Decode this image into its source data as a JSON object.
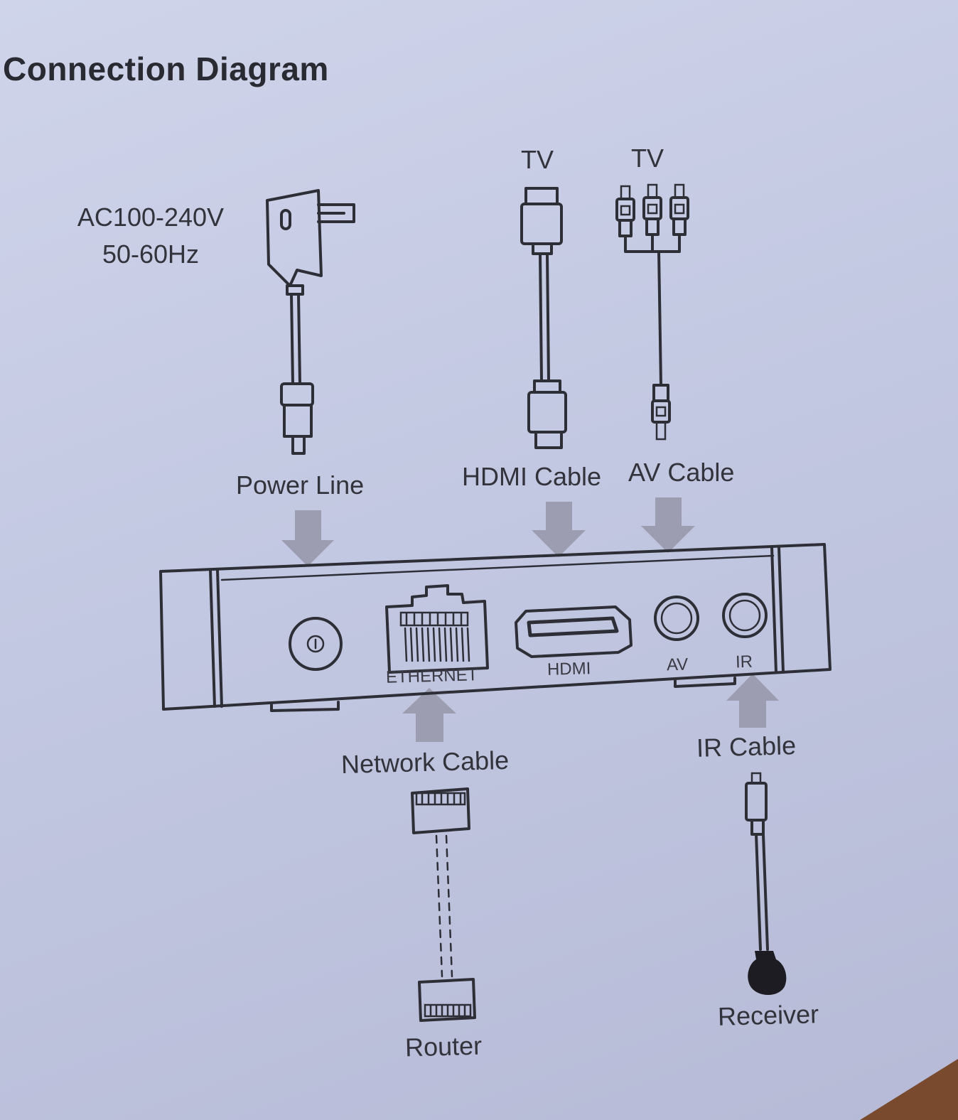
{
  "title": "Connection Diagram",
  "power": {
    "spec_line1": "AC100-240V",
    "spec_line2": "50-60Hz",
    "label": "Power Line"
  },
  "hdmi": {
    "destination": "TV",
    "label": "HDMI Cable"
  },
  "av": {
    "destination": "TV",
    "label": "AV Cable"
  },
  "ports": {
    "ethernet": "ETHERNET",
    "hdmi": "HDMI",
    "av": "AV",
    "ir": "IR"
  },
  "network": {
    "label": "Network Cable",
    "destination": "Router"
  },
  "ir": {
    "label": "IR Cable",
    "destination": "Receiver"
  },
  "colors": {
    "paper": "#c7cce5",
    "ink": "#2e2e36",
    "arrow": "#9c9db0",
    "desk": "#7a4a2e"
  }
}
